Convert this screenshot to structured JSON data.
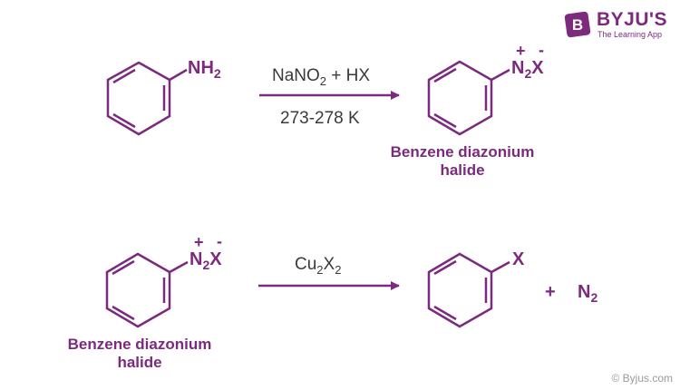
{
  "brand": {
    "name": "BYJU'S",
    "tagline": "The Learning App",
    "badge_letter": "B",
    "color": "#7b2a7d"
  },
  "colors": {
    "structure": "#7b2a7d",
    "text": "#3a3a3a",
    "watermark": "#9a9a9a"
  },
  "reaction1": {
    "reactant_group": {
      "main": "NH",
      "sub": "2"
    },
    "conditions_above": {
      "p1": "NaNO",
      "s1": "2",
      "p2": " + HX"
    },
    "conditions_below": "273-278 K",
    "product_group": {
      "n": "N",
      "sub": "2",
      "x": "X",
      "plus": "+",
      "minus": "-"
    },
    "product_name_line1": "Benzene diazonium",
    "product_name_line2": "halide"
  },
  "reaction2": {
    "reactant_group": {
      "n": "N",
      "sub": "2",
      "x": "X",
      "plus": "+",
      "minus": "-"
    },
    "reactant_name_line1": "Benzene diazonium",
    "reactant_name_line2": "halide",
    "reagent": {
      "p1": "Cu",
      "s1": "2",
      "p2": "X",
      "s2": "2"
    },
    "product_group": "X",
    "plus_sign": "+",
    "byproduct": {
      "main": "N",
      "sub": "2"
    }
  },
  "watermark": "© Byjus.com"
}
